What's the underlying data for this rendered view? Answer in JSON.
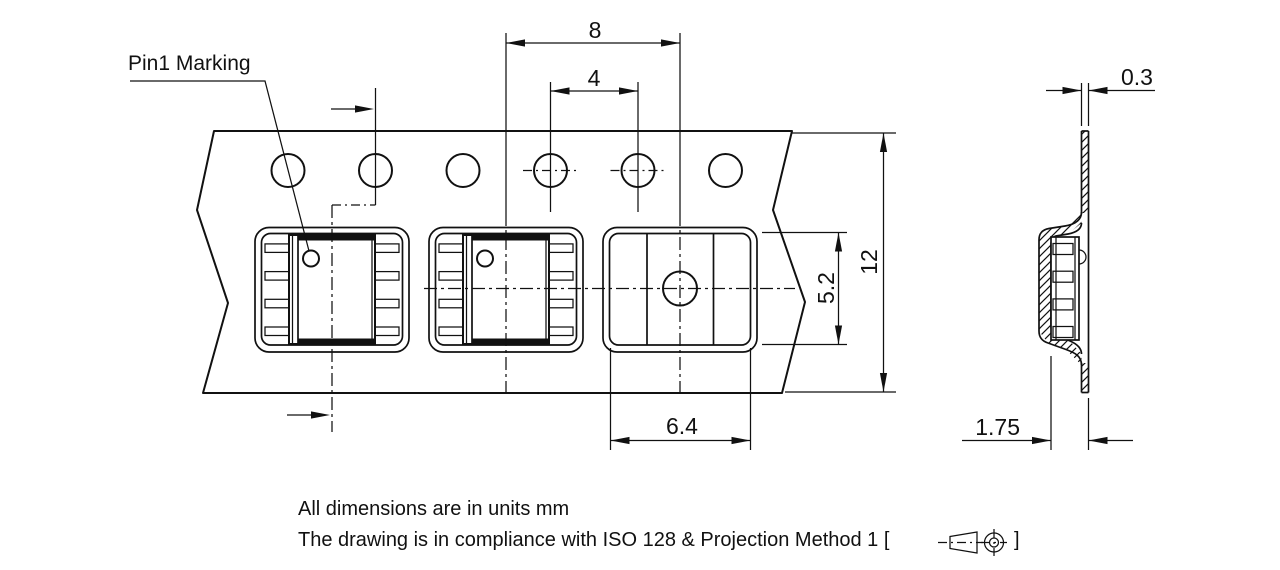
{
  "drawing": {
    "labels": {
      "pin1_marking": "Pin1 Marking"
    },
    "dimensions": {
      "pocket_pitch": "8",
      "sprocket_hole_pitch": "4",
      "tape_width": "12",
      "pocket_length": "5.2",
      "pocket_width": "6.4",
      "tape_thickness": "0.3",
      "pocket_depth": "1.75"
    },
    "notes": {
      "units_line": "All dimensions are in units mm",
      "compliance_line_prefix": "The drawing is in compliance with ISO 128 & Projection Method 1 [",
      "compliance_line_suffix": "]"
    },
    "colors": {
      "line": "#111111",
      "background": "#ffffff"
    }
  }
}
